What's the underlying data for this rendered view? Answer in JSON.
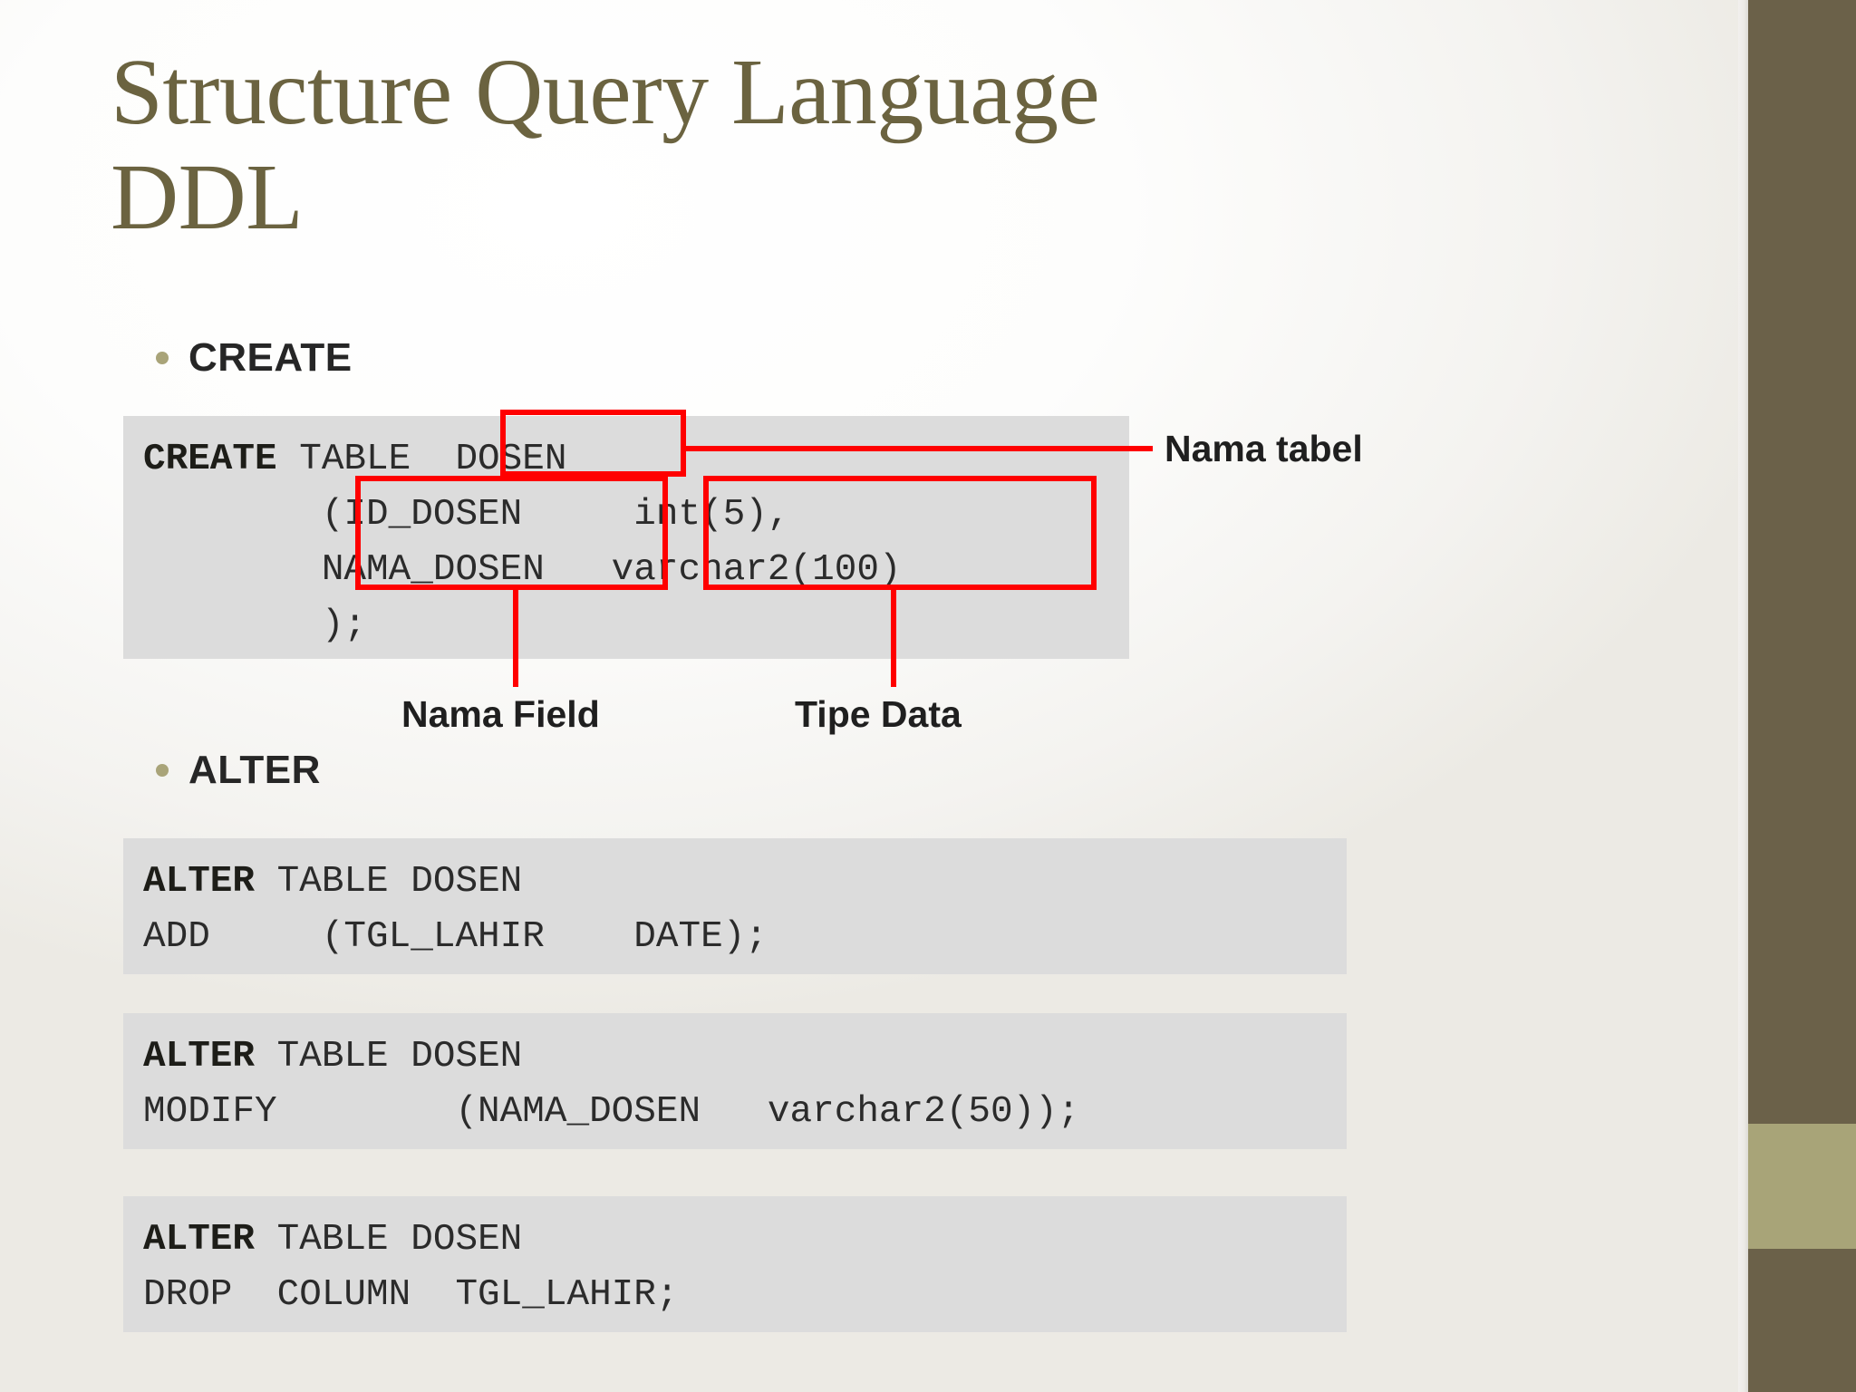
{
  "slide": {
    "title": "Structure Query Language\nDDL",
    "title_color": "#6B6340",
    "background_color": "#ffffff",
    "accent_bar_color": "#6B6149",
    "accent_bar_highlight_color": "#A8A478",
    "annotation_color": "#FF0000",
    "code_block_background": "#dcdcdc"
  },
  "sections": {
    "create": {
      "bullet_label": "CREATE",
      "code_lines": [
        {
          "keyword": "CREATE",
          "rest": " TABLE  DOSEN"
        },
        {
          "keyword": "",
          "rest": "        (ID_DOSEN     int(5),"
        },
        {
          "keyword": "",
          "rest": "        NAMA_DOSEN   varchar2(100)"
        },
        {
          "keyword": "",
          "rest": "        );"
        }
      ],
      "code_text": "CREATE TABLE  DOSEN\n        (ID_DOSEN     int(5),\n        NAMA_DOSEN   varchar2(100)\n        );"
    },
    "alter": {
      "bullet_label": "ALTER",
      "blocks": [
        {
          "keyword": "ALTER",
          "rest_first_line": " TABLE DOSEN",
          "second_line": "ADD     (TGL_LAHIR    DATE);"
        },
        {
          "keyword": "ALTER",
          "rest_first_line": " TABLE DOSEN",
          "second_line": "MODIFY        (NAMA_DOSEN   varchar2(50));"
        },
        {
          "keyword": "ALTER",
          "rest_first_line": " TABLE DOSEN",
          "second_line": "DROP  COLUMN  TGL_LAHIR;"
        }
      ]
    }
  },
  "annotations": {
    "table_name": "Nama tabel",
    "field_name": "Nama Field",
    "data_type": "Tipe Data"
  }
}
